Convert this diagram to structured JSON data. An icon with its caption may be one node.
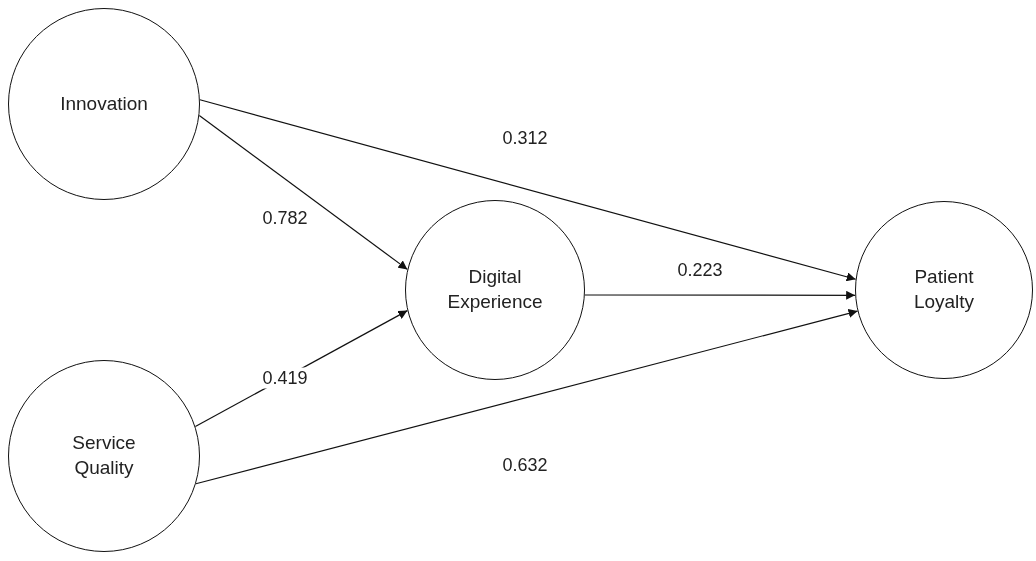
{
  "diagram": {
    "nodes": [
      {
        "text": [
          "Innovation"
        ]
      },
      {
        "text": [
          "Service Quality"
        ]
      },
      {
        "text": [
          "Digital Experience"
        ]
      },
      {
        "text": [
          "Patient Loyalty"
        ]
      }
    ],
    "edges": [
      {
        "from": 0,
        "to": 3,
        "arrow": "to",
        "label": "0.312"
      },
      {
        "from": 0,
        "to": 2,
        "arrow": "to",
        "label": "0.782"
      },
      {
        "from": 2,
        "to": 3,
        "arrow": "to",
        "label": "0.223"
      },
      {
        "from": 1,
        "to": 2,
        "arrow": "to",
        "label": "0.419"
      },
      {
        "from": 1,
        "to": 3,
        "arrow": "to",
        "label": "0.632"
      }
    ]
  }
}
